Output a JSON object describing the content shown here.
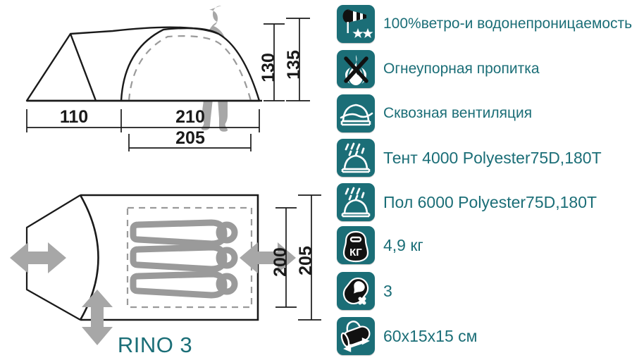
{
  "product": {
    "model_name": "RINO 3"
  },
  "side_view": {
    "dimensions": {
      "vestibule_length": "110",
      "main_length": "210",
      "inner_length": "205",
      "inner_height": "130",
      "outer_height": "135"
    }
  },
  "floor_plan": {
    "dimensions": {
      "inner_width": "200",
      "outer_width": "205"
    },
    "sleeping_bag_count": 3
  },
  "features": [
    {
      "icon": "windsock-stars-icon",
      "label": "100%ветро-и водонепроницаемость"
    },
    {
      "icon": "no-fire-icon",
      "label": "Огнеупорная пропитка"
    },
    {
      "icon": "ventilation-dome-icon",
      "label": "Сквозная вентиляция"
    },
    {
      "icon": "rain-dome-flysheet-icon",
      "label": "Тент  4000  Polyester75D,180T"
    },
    {
      "icon": "rain-dome-floor-icon",
      "label": "Пол  6000  Polyester75D,180T"
    },
    {
      "icon": "weight-kettlebell-icon",
      "label": "4,9 кг"
    },
    {
      "icon": "sleeping-bag-capacity-icon",
      "label": "3"
    },
    {
      "icon": "packed-size-duffel-icon",
      "label": "60x15x15 см"
    }
  ],
  "colors": {
    "teal": "#1b6e77",
    "gray": "#9a9a9a",
    "outline": "#1a1a1a"
  }
}
